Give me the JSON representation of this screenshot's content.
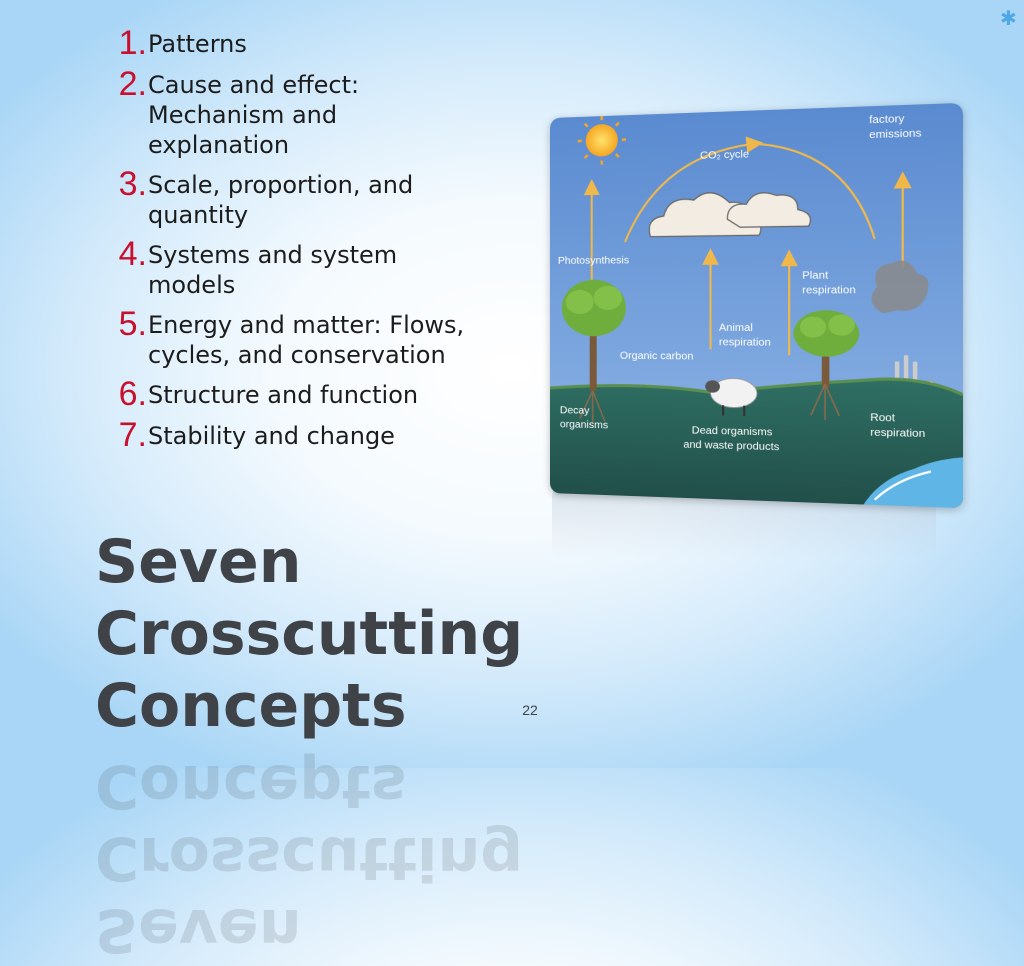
{
  "concepts": [
    {
      "number": "1.",
      "text": "Patterns"
    },
    {
      "number": "2.",
      "text": "Cause and effect: Mechanism and explanation"
    },
    {
      "number": "3.",
      "text": "Scale, proportion, and quantity"
    },
    {
      "number": "4.",
      "text": "Systems and system models"
    },
    {
      "number": "5.",
      "text": "Energy and matter: Flows, cycles, and conservation"
    },
    {
      "number": "6.",
      "text": "Structure and function"
    },
    {
      "number": "7.",
      "text": "Stability and change"
    }
  ],
  "title": "Seven Crosscutting Concepts",
  "page_number": "22",
  "colors": {
    "number_red": "#c8102e",
    "title_gray": "#3f4247",
    "star_blue": "#4fa8e6"
  },
  "diagram": {
    "labels": {
      "co2_cycle": "CO₂ cycle",
      "factory_line1": "factory",
      "factory_line2": "emissions",
      "photosynthesis": "Photosynthesis",
      "plant_resp_line1": "Plant",
      "plant_resp_line2": "respiration",
      "animal_resp_line1": "Animal",
      "animal_resp_line2": "respiration",
      "organic_carbon": "Organic carbon",
      "decay_line1": "Decay",
      "decay_line2": "organisms",
      "dead_line1": "Dead organisms",
      "dead_line2": "and waste products",
      "root_resp_line1": "Root",
      "root_resp_line2": "respiration"
    }
  }
}
